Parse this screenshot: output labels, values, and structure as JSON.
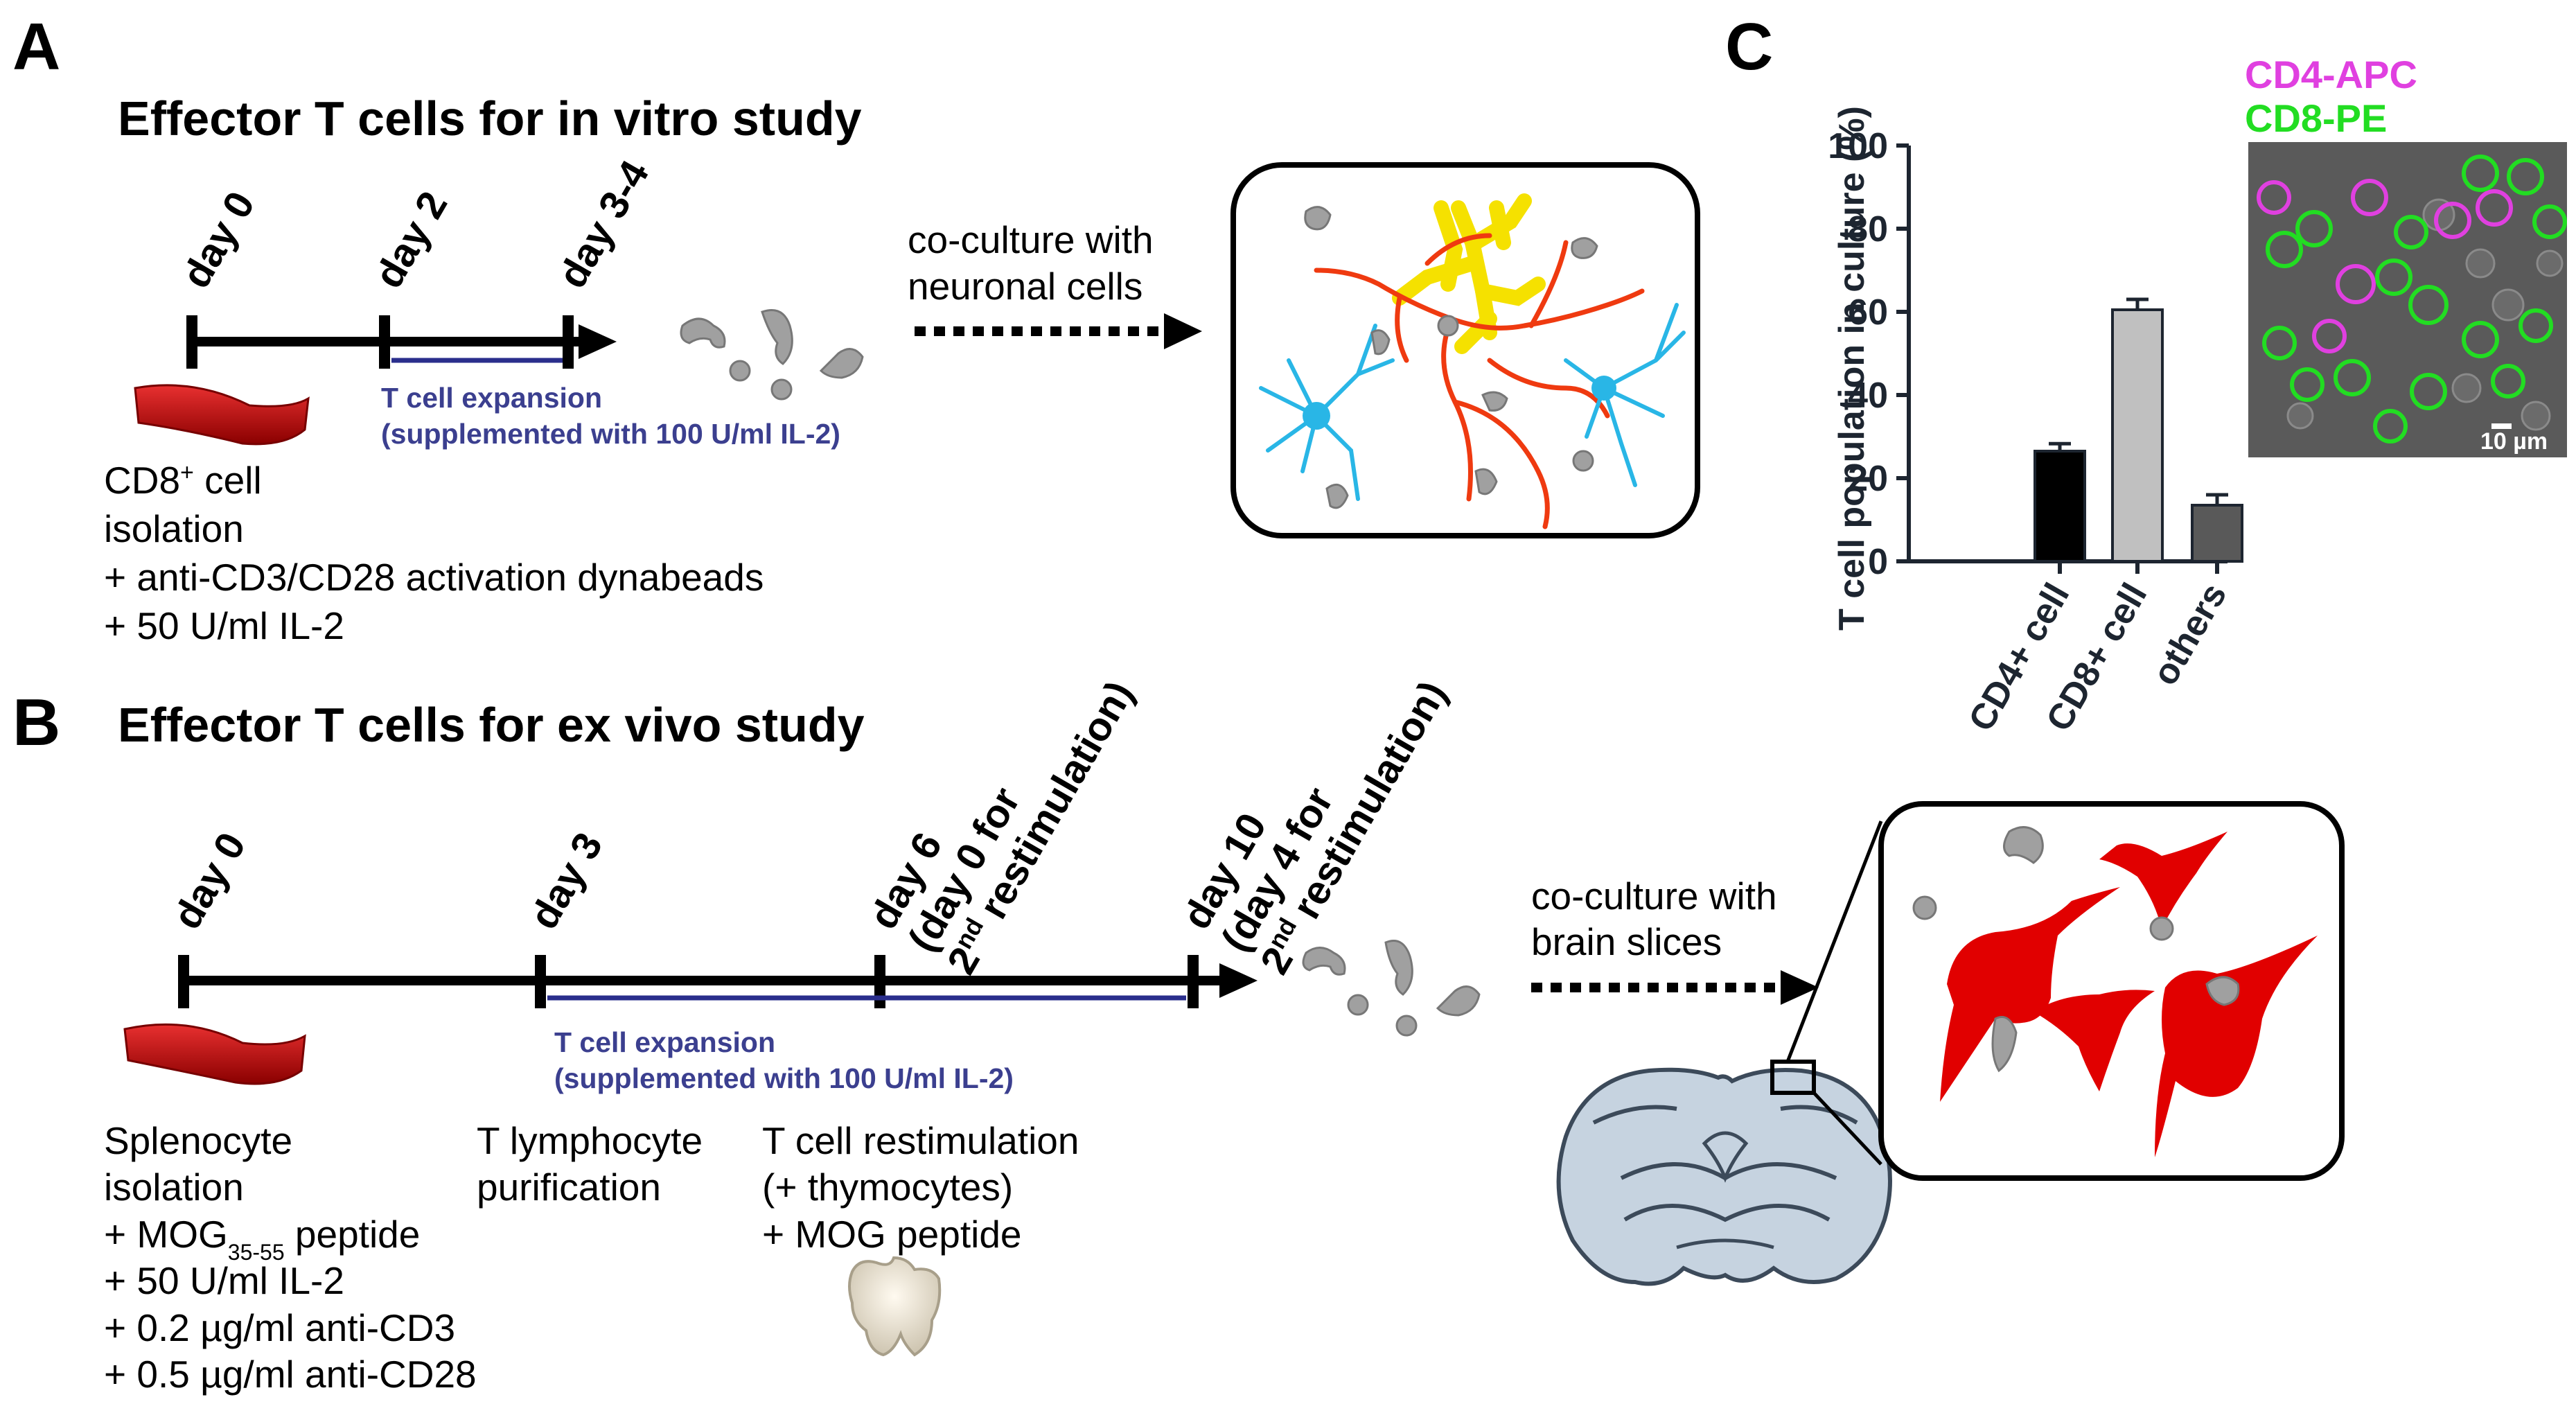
{
  "panel_a": {
    "label": "A",
    "title": "Effector T cells for in vitro study",
    "days": [
      "day 0",
      "day 2",
      "day 3-4"
    ],
    "expansion_line1": "T cell expansion",
    "expansion_line2": "(supplemented with 100 U/ml IL-2)",
    "notes": {
      "line1_base": "CD8",
      "line1_sup": "+",
      "line1_rest": " cell",
      "line2": "isolation",
      "line3": "+ anti-CD3/CD28 activation dynabeads",
      "line4": "+ 50 U/ml IL-2"
    },
    "coculture_line1": "co-culture with",
    "coculture_line2": "neuronal cells"
  },
  "panel_b": {
    "label": "B",
    "title": "Effector T cells for ex vivo study",
    "day0": "day 0",
    "day3": "day 3",
    "day6": {
      "line1": "day 6",
      "line2": "(day 0 for",
      "sup": "nd",
      "line3_num": "2",
      "line3_rest": " restimulation)"
    },
    "day10": {
      "line1": "day 10",
      "line2": "(day 4 for",
      "sup": "nd",
      "line3_num": "2",
      "line3_rest": " restimulation)"
    },
    "expansion_line1": "T cell expansion",
    "expansion_line2": "(supplemented with 100 U/ml IL-2)",
    "col1": {
      "line1": "Splenocyte",
      "line2": "isolation",
      "line3_base": "+ MOG",
      "line3_sub": "35-55",
      "line3_rest": " peptide",
      "line4": "+ 50 U/ml IL-2",
      "line5": "+ 0.2 µg/ml anti-CD3",
      "line6": "+ 0.5 µg/ml anti-CD28"
    },
    "col2": {
      "line1": "T lymphocyte",
      "line2": "purification"
    },
    "col3": {
      "line1": "T cell restimulation",
      "line2": "(+ thymocytes)",
      "line3": "+ MOG peptide"
    },
    "coculture_line1": "co-culture with",
    "coculture_line2": "brain slices"
  },
  "panel_c": {
    "label": "C",
    "legend": [
      {
        "text": "CD4-APC",
        "color": "#e040e0"
      },
      {
        "text": "CD8-PE",
        "color": "#22dd22"
      }
    ],
    "scale_bar": "10 µm"
  },
  "colors": {
    "neuron_red": "#e10000",
    "astro_yellow": "#f5e100",
    "axon_orange": "#ef3a10",
    "neuron_blue": "#29b6e6",
    "tcell_gray": "#a0a0a0",
    "brain_fill": "#c6d3e0",
    "expansion_line": "#2a2e8c"
  },
  "icons": [
    "spleen-icon",
    "thymus-icon",
    "t-cell-icon",
    "brain-slice-icon",
    "micrograph-image"
  ],
  "chart_data": {
    "type": "bar",
    "categories": [
      "CD4+ cell",
      "CD8+ cell",
      "others"
    ],
    "values": [
      26.5,
      60.5,
      13.5
    ],
    "errors": [
      1.8,
      2.5,
      2.5
    ],
    "colors": [
      "#000000",
      "#c0c0c0",
      "#595959"
    ],
    "ylabel": "T cell population in culture (%)",
    "ylim": [
      0,
      100
    ],
    "yticks": [
      0,
      20,
      40,
      60,
      80,
      100
    ]
  }
}
